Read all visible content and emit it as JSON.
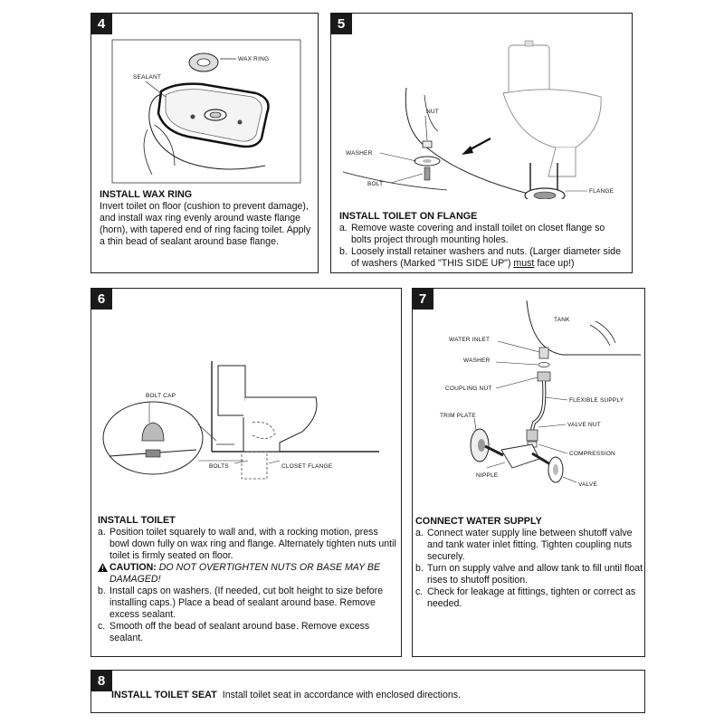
{
  "step4": {
    "number": "4",
    "labels": {
      "sealant": "SEALANT",
      "wax_ring": "WAX RING"
    },
    "title": "INSTALL WAX RING",
    "body": "Invert toilet on floor (cushion to prevent damage), and install wax ring evenly around waste flange (horn), with tapered end of ring facing toilet. Apply a thin bead of sealant around base flange."
  },
  "step5": {
    "number": "5",
    "labels": {
      "nut": "NUT",
      "washer": "WASHER",
      "bolt": "BOLT",
      "flange": "FLANGE"
    },
    "title": "INSTALL TOILET ON FLANGE",
    "items": [
      {
        "marker": "a.",
        "text": "Remove waste covering and install toilet on closet flange so bolts project through mounting holes."
      },
      {
        "marker": "b.",
        "text_before": "Loosely install retainer washers and nuts.  (Larger diameter side of washers (Marked \"THIS SIDE UP\") ",
        "underlined": "must",
        "text_after": " face up!)"
      }
    ]
  },
  "step6": {
    "number": "6",
    "labels": {
      "bolt_cap": "BOLT CAP",
      "bolts": "BOLTS",
      "closet_flange": "CLOSET FLANGE"
    },
    "title": "INSTALL TOILET",
    "item_a": {
      "marker": "a.",
      "text": "Position toilet squarely to wall and, with a rocking motion, press bowl down fully on wax ring and flange.  Alternately tighten nuts until toilet is firmly seated on floor."
    },
    "caution": {
      "word": "CAUTION:",
      "text": " DO NOT OVERTIGHTEN NUTS OR BASE MAY BE DAMAGED!"
    },
    "item_b": {
      "marker": "b.",
      "text": "Install caps on washers.  (If needed, cut bolt height to size before installing caps.)  Place a bead of sealant around base.  Remove excess sealant."
    },
    "item_c": {
      "marker": "c.",
      "text": "Smooth off the bead of sealant around base. Remove excess sealant."
    }
  },
  "step7": {
    "number": "7",
    "labels": {
      "tank": "TANK",
      "water_inlet": "WATER INLET",
      "washer": "WASHER",
      "coupling_nut": "COUPLING NUT",
      "flexible_supply": "FLEXIBLE SUPPLY",
      "trim_plate": "TRIM PLATE",
      "valve_nut": "VALVE NUT",
      "compression": "COMPRESSION",
      "nipple": "NIPPLE",
      "valve": "VALVE"
    },
    "title": "CONNECT WATER SUPPLY",
    "items": [
      {
        "marker": "a.",
        "text": "Connect water supply line between shutoff valve and tank water inlet fitting.  Tighten coupling nuts securely."
      },
      {
        "marker": "b.",
        "text": "Turn on supply valve and allow tank to fill until float rises to shutoff position."
      },
      {
        "marker": "c.",
        "text": "Check for leakage at fittings, tighten or correct as needed."
      }
    ]
  },
  "step8": {
    "number": "8",
    "title": "INSTALL TOILET SEAT",
    "text": "Install toilet seat in accordance with enclosed directions."
  }
}
